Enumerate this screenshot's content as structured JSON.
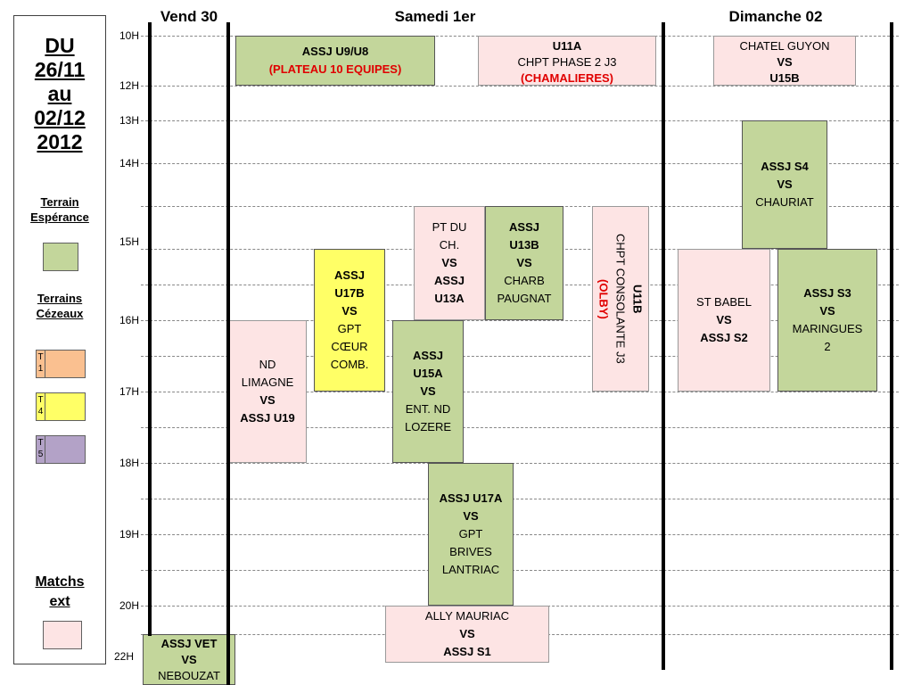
{
  "legend": {
    "date_lines": [
      "DU",
      "26/11",
      "au",
      "02/12",
      "2012"
    ],
    "terrain_esperance": [
      "Terrain",
      "Espérance"
    ],
    "terrains_cezeaux": [
      "Terrains",
      "Cézeaux"
    ],
    "t1_tag": "T 1",
    "t4_tag": "T 4",
    "t5_tag": "T 5",
    "matchs_ext": [
      "Matchs",
      "ext"
    ],
    "colors": {
      "esperance": "#c3d69b",
      "t1": "#fac090",
      "t4": "#ffff66",
      "t5": "#b3a2c7",
      "ext": "#fde4e4"
    }
  },
  "days": {
    "vend": "Vend 30",
    "samedi": "Samedi 1er",
    "dimanche": "Dimanche 02"
  },
  "hours": [
    "10H",
    "12H",
    "13H",
    "14H",
    "15H",
    "16H",
    "17H",
    "18H",
    "19H",
    "20H",
    "22H"
  ],
  "events": {
    "u9u8": [
      "ASSJ U9/U8",
      "(PLATEAU 10 EQUIPES)"
    ],
    "u11a": [
      "U11A",
      "CHPT PHASE 2 J3",
      "(CHAMALIERES)"
    ],
    "chatel": [
      "CHATEL GUYON",
      "VS",
      "U15B"
    ],
    "s4": [
      "ASSJ S4",
      "VS",
      "CHAURIAT"
    ],
    "ptduch": [
      "PT DU",
      "CH.",
      "VS",
      "ASSJ",
      "U13A"
    ],
    "u13b": [
      "ASSJ",
      "U13B",
      "VS",
      "CHARB",
      "PAUGNAT"
    ],
    "u11b": [
      "U11B",
      "CHPT CONSOLANTE J3",
      "(OLBY)"
    ],
    "u17b": [
      "ASSJ",
      "U17B",
      "VS",
      "GPT",
      "CŒUR",
      "COMB."
    ],
    "ndlimagne": [
      "ND",
      "LIMAGNE",
      "VS",
      "ASSJ U19"
    ],
    "u15a": [
      "ASSJ",
      "U15A",
      "VS",
      "ENT. ND",
      "LOZERE"
    ],
    "stbabel": [
      "ST BABEL",
      "VS",
      "ASSJ S2"
    ],
    "s3": [
      "ASSJ S3",
      "VS",
      "MARINGUES",
      "2"
    ],
    "u17a": [
      "ASSJ U17A",
      "VS",
      "GPT",
      "BRIVES",
      "LANTRIAC"
    ],
    "ally": [
      "ALLY MAURIAC",
      "VS",
      "ASSJ S1"
    ],
    "vet": [
      "ASSJ VET",
      "VS",
      "NEBOUZAT"
    ]
  }
}
